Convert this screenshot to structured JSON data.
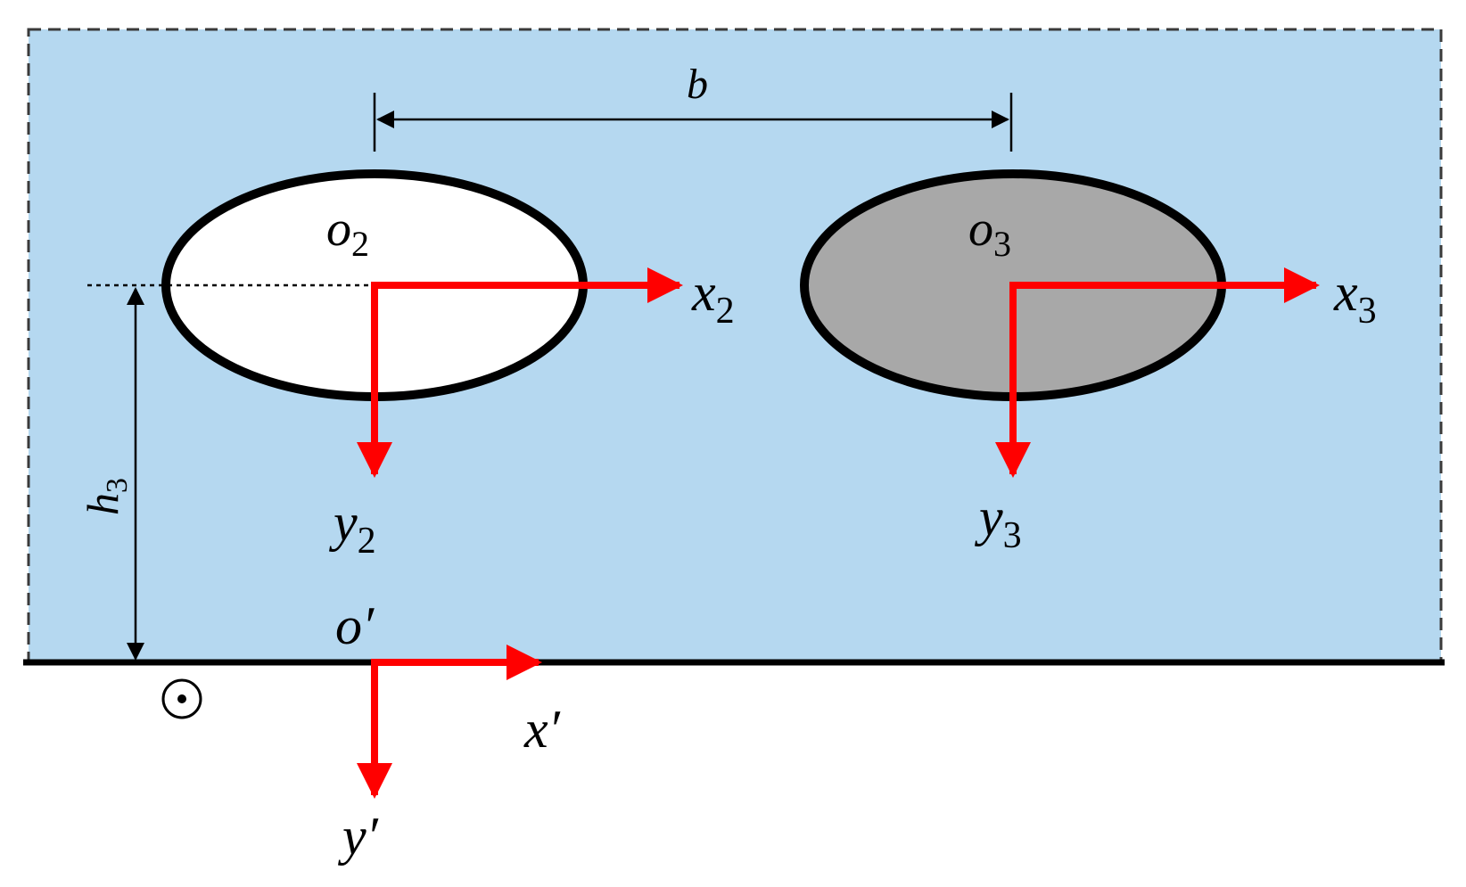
{
  "colors": {
    "background": "#b5d8f0",
    "border": "#3a3a3a",
    "ellipse_left_fill": "#ffffff",
    "ellipse_right_fill": "#a8a8a8",
    "ellipse_stroke": "#000000",
    "axis_arrow": "#ff0000",
    "dimension_line": "#000000"
  },
  "labels": {
    "b": "b",
    "o2": "o",
    "o2_sub": "2",
    "o3": "o",
    "o3_sub": "3",
    "x2": "x",
    "x2_sub": "2",
    "y2": "y",
    "y2_sub": "2",
    "x3": "x",
    "x3_sub": "3",
    "y3": "y",
    "y3_sub": "3",
    "h3": "h",
    "h3_sub": "3",
    "o_prime": "o′",
    "x_prime": "x′",
    "y_prime": "y′",
    "dot_symbol": "⊙"
  }
}
